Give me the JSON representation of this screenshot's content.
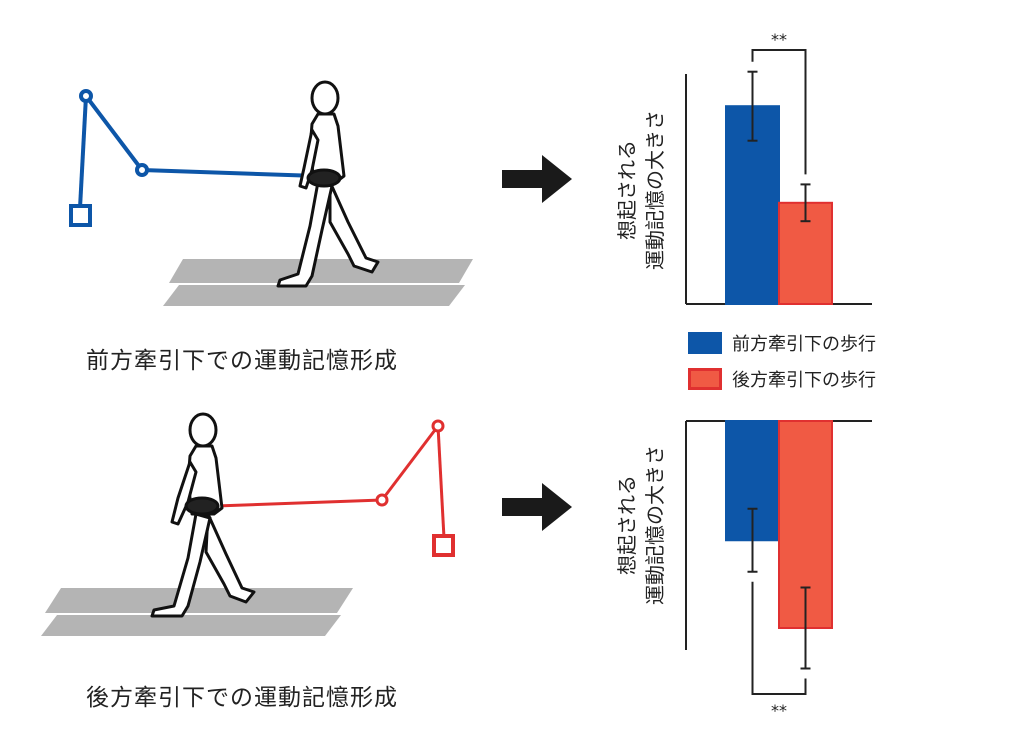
{
  "colors": {
    "blue": "#0d56a8",
    "red": "#e03030",
    "red_fill": "#f05a44",
    "treadmill": "#b4b4b4",
    "arrow": "#1a1a1a"
  },
  "captions": {
    "top": "前方牽引下での運動記憶形成",
    "bottom": "後方牽引下での運動記憶形成"
  },
  "legend": {
    "items": [
      {
        "label": "前方牽引下の歩行",
        "color": "#0d56a8",
        "fill": "#0d56a8"
      },
      {
        "label": "後方牽引下の歩行",
        "color": "#e03030",
        "fill": "#f05a44"
      }
    ]
  },
  "chart_data": [
    {
      "type": "bar",
      "ylabel_lines": [
        "想起される",
        "運動記憶の大きさ"
      ],
      "direction": "up",
      "categories": [
        "前方牽引下の歩行",
        "後方牽引下の歩行"
      ],
      "values": [
        0.86,
        0.44
      ],
      "errors": [
        0.15,
        0.08
      ],
      "ylim": [
        0,
        1
      ],
      "significance": "**"
    },
    {
      "type": "bar",
      "ylabel_lines": [
        "想起される",
        "運動記憶の大きさ"
      ],
      "direction": "down",
      "categories": [
        "前方牽引下の歩行",
        "後方牽引下の歩行"
      ],
      "values": [
        0.53,
        0.92
      ],
      "errors": [
        0.14,
        0.18
      ],
      "ylim": [
        0,
        1
      ],
      "significance": "**"
    }
  ]
}
